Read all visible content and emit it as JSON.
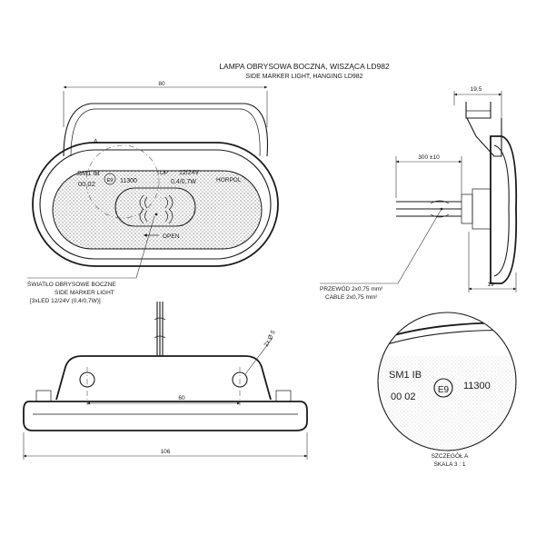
{
  "title": {
    "pl": "LAMPA OBRYSOWA BOCZNA, WISZĄCA LD982",
    "en": "SIDE MARKER LIGHT, HANGING LD982"
  },
  "dimensions": {
    "top_width": "80",
    "side_width": "19,5",
    "cable_length": "300 ±10",
    "side_depth": "19",
    "hole_spacing": "60",
    "bottom_width": "106",
    "hole_dia": "2x Ø 5"
  },
  "detail_marker": "A",
  "lens_marks": {
    "code": "SM1 IB",
    "date": "00  02",
    "approval_e": "E9",
    "approval_num": "11300",
    "top": "TOP",
    "voltage": "12/24V",
    "power": "0,4/0,7W",
    "brand": "HORPOL",
    "open": "OPEN"
  },
  "callout_lamp": {
    "line1": "ŚWIATŁO OBRYSOWE BOCZNE",
    "line2": "SIDE MARKER LIGHT",
    "line3": "[3xLED 12/24V (0,4/0,7W)]"
  },
  "callout_cable": {
    "line1": "PRZEWÓD 2x0,75 mm²",
    "line2": "CABLE 2x0,75 mm²"
  },
  "detail_view": {
    "code": "SM1 IB",
    "date": "00  02",
    "approval_e": "E9",
    "approval_num": "11300",
    "label": "SZCZEGÓŁ A",
    "scale": "SKALA 3 : 1"
  }
}
